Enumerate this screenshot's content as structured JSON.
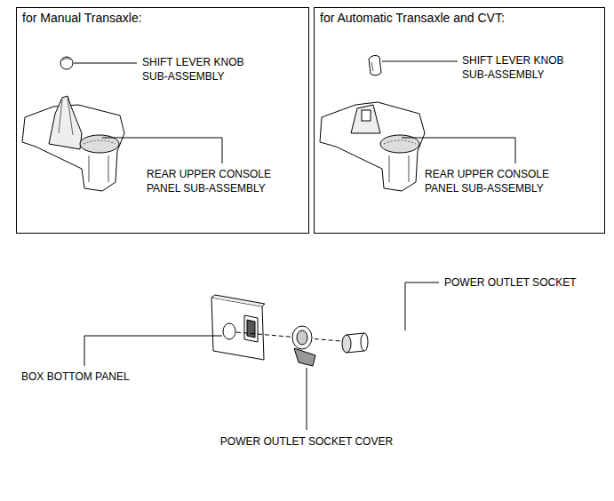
{
  "diagram": {
    "nodes": [
      {
        "text": [
          "for Manual Transaxle:"
        ]
      },
      {
        "text": [
          "for Automatic Transaxle and CVT:"
        ]
      }
    ],
    "labels": [
      "SHIFT LEVER KNOB SUB-ASSEMBLY",
      "REAR UPPER CONSOLE PANEL SUB-ASSEMBLY",
      "SHIFT LEVER KNOB SUB-ASSEMBLY",
      "REAR UPPER CONSOLE PANEL SUB-ASSEMBLY",
      "POWER OUTLET SOCKET",
      "BOX BOTTOM PANEL",
      "POWER OUTLET SOCKET COVER"
    ]
  }
}
